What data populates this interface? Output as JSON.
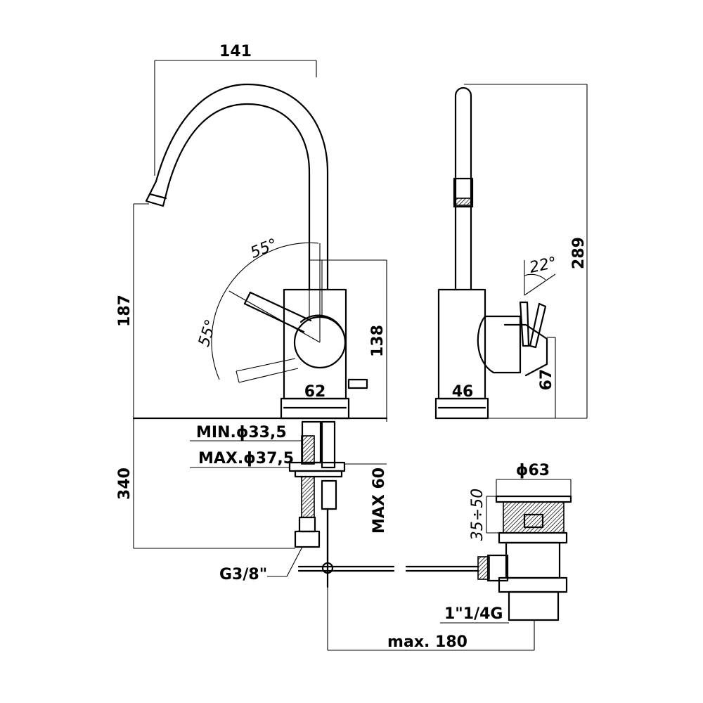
{
  "labels": {
    "width_141": "141",
    "height_187": "187",
    "height_289": "289",
    "height_138": "138",
    "width_62": "62",
    "width_46": "46",
    "height_67": "67",
    "angle_55_top": "55°",
    "angle_55_side": "55°",
    "angle_22": "22°",
    "min_hole": "MIN.ϕ33,5",
    "max_hole": "MAX.ϕ37,5",
    "length_340": "340",
    "max_60": "MAX 60",
    "thread_g38": "G3/8\"",
    "drain_diameter": "ϕ63",
    "drain_range": "35÷50",
    "drain_thread": "1\"1/4G",
    "max_180": "max. 180"
  }
}
